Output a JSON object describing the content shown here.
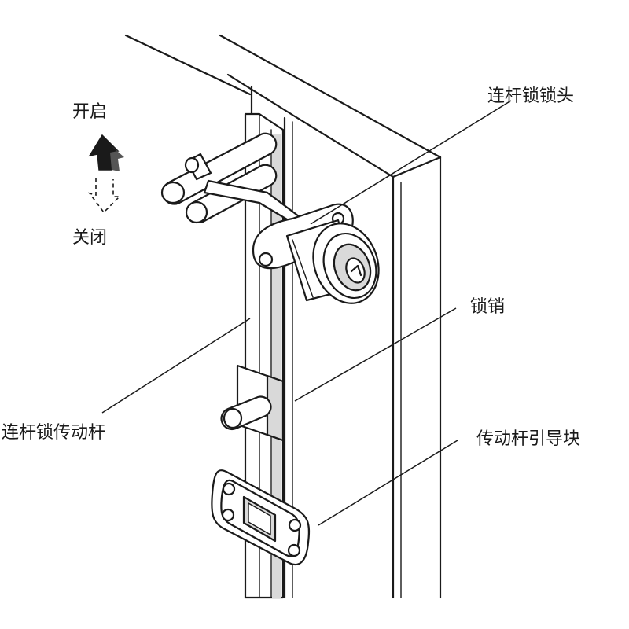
{
  "labels": {
    "open": "开启",
    "close": "关闭",
    "lock_head": "连杆锁锁头",
    "lock_pin": "锁销",
    "drive_rod": "连杆锁传动杆",
    "rod_guide": "传动杆引导块"
  },
  "icons": {
    "open_arrow": "arrow-up-icon",
    "close_arrow": "arrow-down-dashed-icon"
  }
}
